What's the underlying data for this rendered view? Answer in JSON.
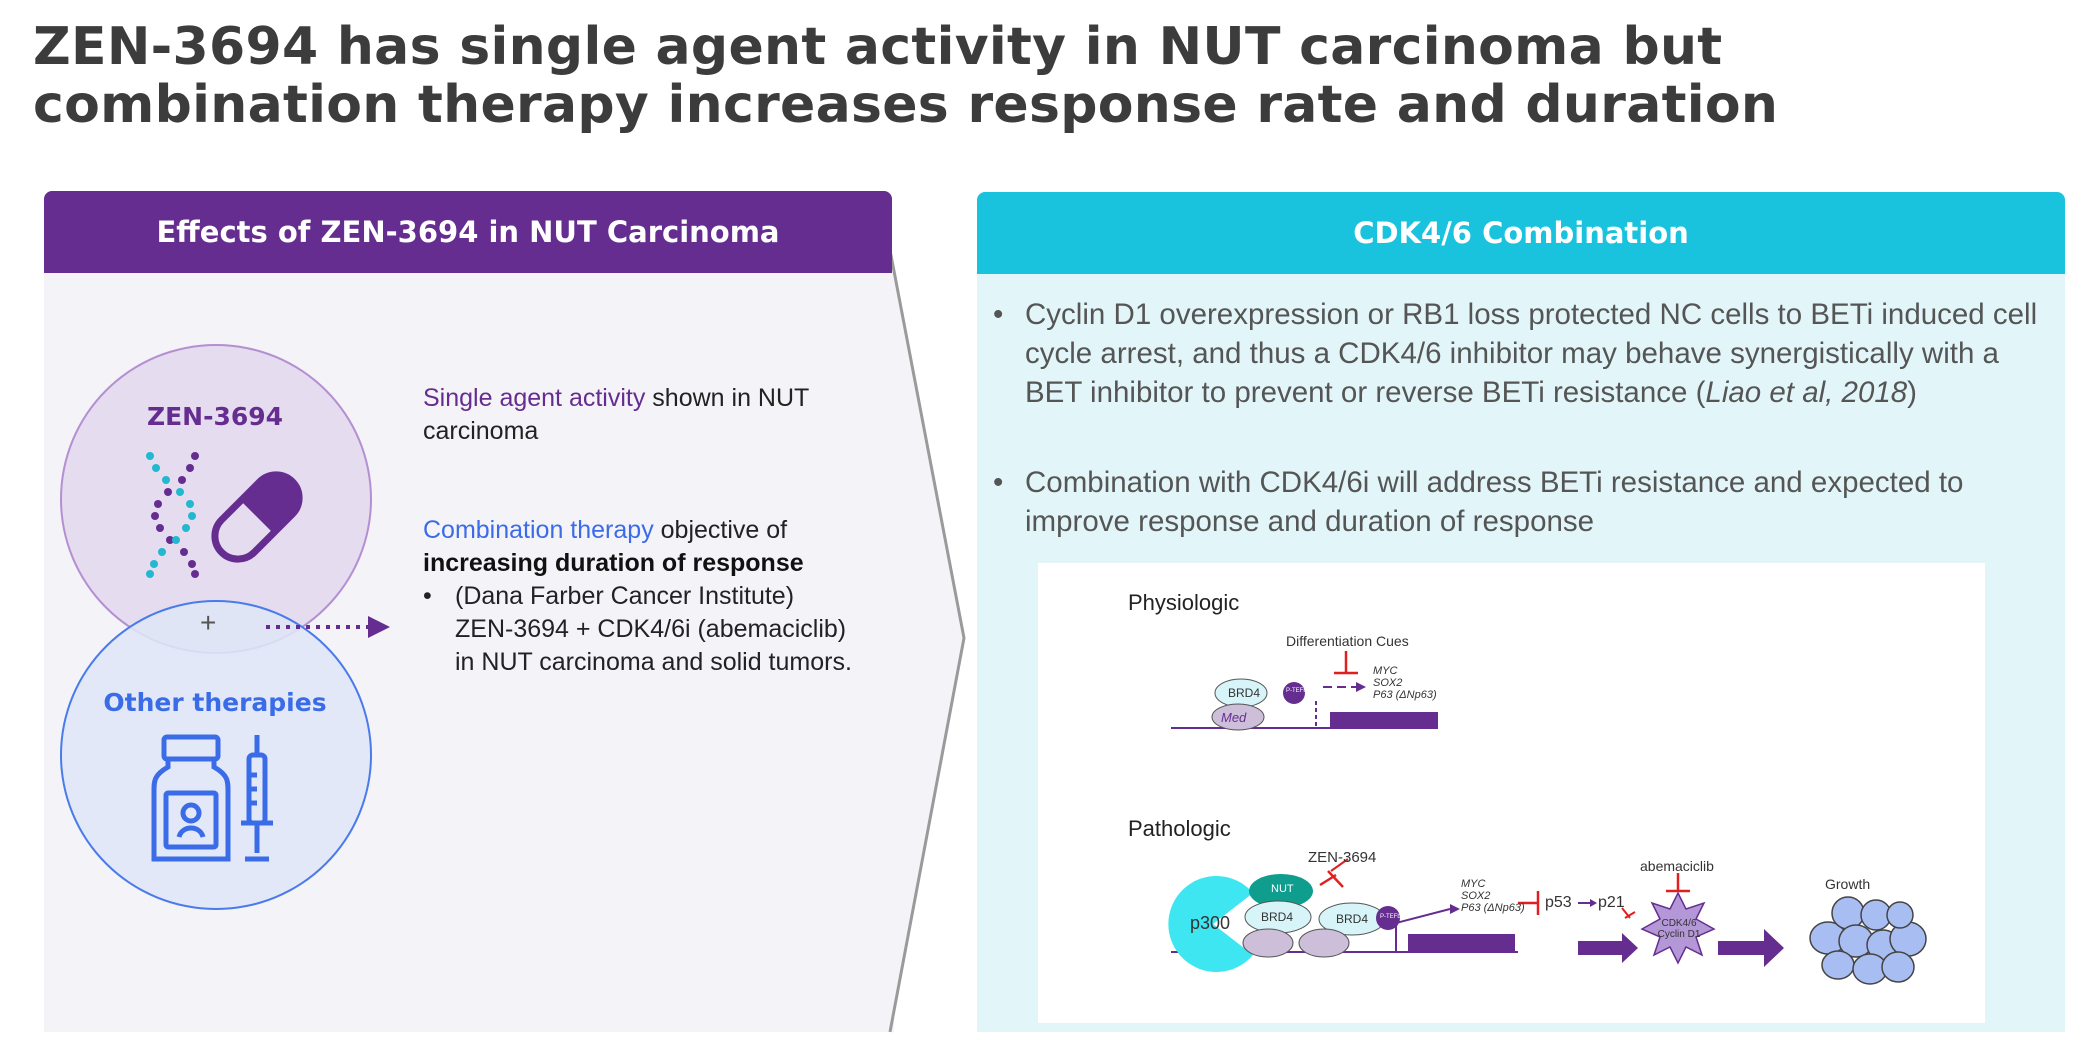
{
  "title": {
    "line1": "ZEN-3694 has single agent activity in NUT carcinoma but",
    "line2": "combination therapy increases response rate and duration"
  },
  "left_panel": {
    "header": "Effects of ZEN-3694 in NUT Carcinoma",
    "zen_label": "ZEN-3694",
    "plus": "+",
    "other_label": "Other therapies",
    "single_agent": {
      "highlight": "Single agent activity",
      "rest": " shown in NUT carcinoma"
    },
    "combination": {
      "highlight": "Combination therapy",
      "rest": " objective of",
      "bold": "increasing duration of response",
      "bullet": "(Dana Farber Cancer Institute) ZEN-3694 + CDK4/6i (abemaciclib) in NUT carcinoma and solid tumors."
    },
    "colors": {
      "header": "#652d90",
      "zen": "#652d90",
      "other": "#3b6ce7"
    },
    "icons": [
      "dna-icon",
      "capsule-icon",
      "medicine-bottle-icon",
      "syringe-icon"
    ]
  },
  "right_panel": {
    "header": "CDK4/6 Combination",
    "bullets": {
      "first_text": "Cyclin D1 overexpression or RB1 loss protected NC cells to BETi induced cell cycle arrest, and thus a CDK4/6 inhibitor may behave synergistically with a BET inhibitor to prevent or reverse BETi resistance (",
      "first_cite": "Liao et al, 2018",
      "first_close": ")",
      "second": "Combination with CDK4/6i will address BETi resistance and expected to improve response and duration of response"
    },
    "colors": {
      "header": "#19c3dd",
      "body": "#e2f6fa"
    }
  },
  "diagram": {
    "physiologic": {
      "label": "Physiologic",
      "cues": "Differentiation Cues",
      "genes": [
        "MYC",
        "SOX2",
        "P63 (ΔNp63)"
      ],
      "brd4": "BRD4",
      "med": "Med",
      "ptefb": "P-TEFb"
    },
    "pathologic": {
      "label": "Pathologic",
      "drug": "ZEN-3694",
      "nut": "NUT",
      "p300": "p300",
      "brd4": "BRD4",
      "ptefb": "P-TEFb",
      "genes": [
        "MYC",
        "SOX2",
        "P63 (ΔNp63)"
      ],
      "p53": "p53",
      "p21": "p21",
      "abemaciclib": "abemaciclib",
      "cdk_line1": "CDK4/6",
      "cdk_line2": "Cyclin D1",
      "growth": "Growth"
    }
  }
}
